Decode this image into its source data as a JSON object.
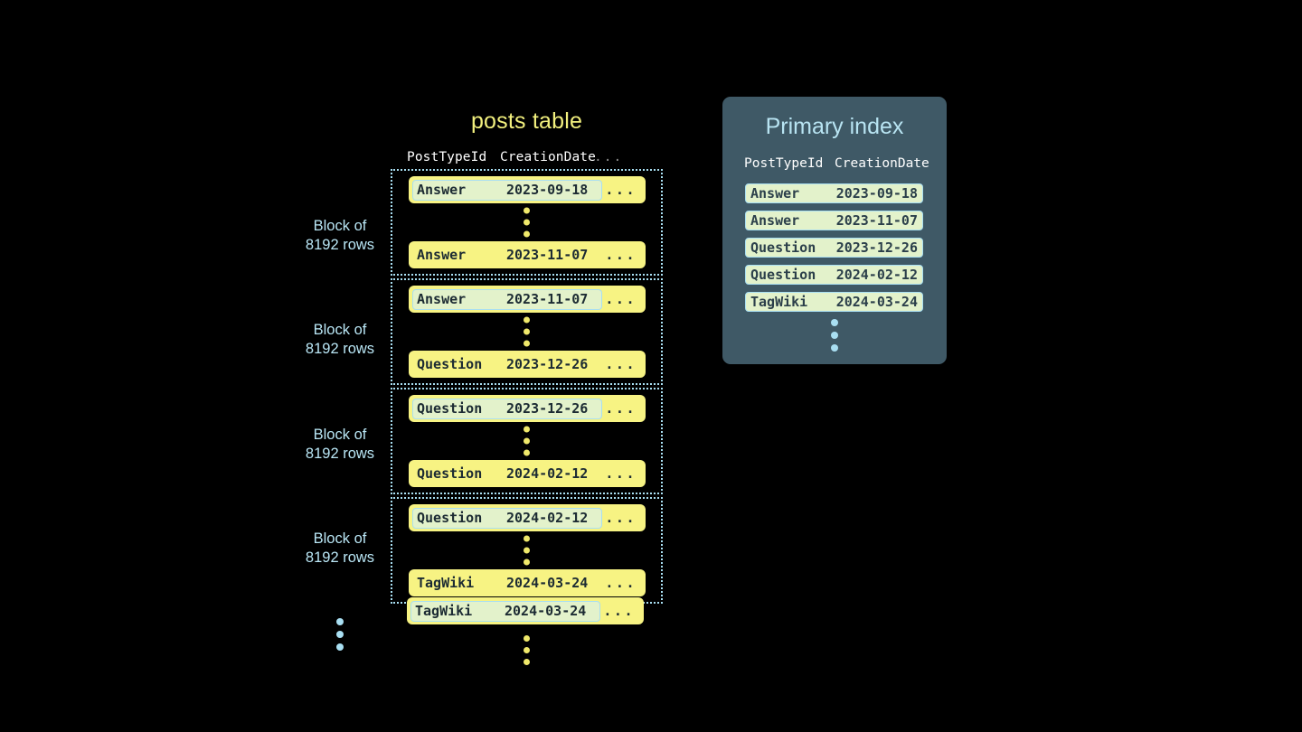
{
  "posts_table": {
    "title": "posts table",
    "columns": [
      "PostTypeId",
      "CreationDate",
      "..."
    ],
    "ellipsis_cell": "...",
    "blocks": [
      {
        "label_line1": "Block of",
        "label_line2": "8192 rows",
        "first_row": {
          "post_type_id": "Answer",
          "creation_date": "2023-09-18",
          "more": "...",
          "highlighted": true
        },
        "last_row": {
          "post_type_id": "Answer",
          "creation_date": "2023-11-07",
          "more": "...",
          "highlighted": false
        }
      },
      {
        "label_line1": "Block of",
        "label_line2": "8192 rows",
        "first_row": {
          "post_type_id": "Answer",
          "creation_date": "2023-11-07",
          "more": "...",
          "highlighted": true
        },
        "last_row": {
          "post_type_id": "Question",
          "creation_date": "2023-12-26",
          "more": "...",
          "highlighted": false
        }
      },
      {
        "label_line1": "Block of",
        "label_line2": "8192 rows",
        "first_row": {
          "post_type_id": "Question",
          "creation_date": "2023-12-26",
          "more": "...",
          "highlighted": true
        },
        "last_row": {
          "post_type_id": "Question",
          "creation_date": "2024-02-12",
          "more": "...",
          "highlighted": false
        }
      },
      {
        "label_line1": "Block of",
        "label_line2": "8192 rows",
        "first_row": {
          "post_type_id": "Question",
          "creation_date": "2024-02-12",
          "more": "...",
          "highlighted": true
        },
        "last_row": {
          "post_type_id": "TagWiki",
          "creation_date": "2024-03-24",
          "more": "...",
          "highlighted": false
        }
      }
    ],
    "trailing_row": {
      "post_type_id": "TagWiki",
      "creation_date": "2024-03-24",
      "more": "...",
      "highlighted": true
    }
  },
  "primary_index": {
    "title": "Primary index",
    "columns": [
      "PostTypeId",
      "CreationDate"
    ],
    "rows": [
      {
        "post_type_id": "Answer",
        "creation_date": "2023-09-18"
      },
      {
        "post_type_id": "Answer",
        "creation_date": "2023-11-07"
      },
      {
        "post_type_id": "Question",
        "creation_date": "2023-12-26"
      },
      {
        "post_type_id": "Question",
        "creation_date": "2024-02-12"
      },
      {
        "post_type_id": "TagWiki",
        "creation_date": "2024-03-24"
      }
    ]
  },
  "colors": {
    "background": "#000000",
    "row_yellow": "#f7f383",
    "highlight_mint": "#e3f2cb",
    "accent_cyan": "#a9dff2",
    "panel_slate": "#3f5966",
    "title_yellow": "#f2f07e",
    "title_cyan": "#b8e4f2",
    "mono_text_dark": "#1c2b33"
  }
}
